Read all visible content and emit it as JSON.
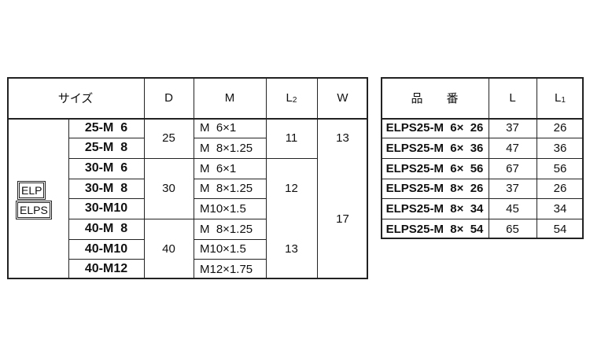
{
  "table1": {
    "headers": {
      "size": "サイズ",
      "d": "D",
      "m": "M",
      "l2_main": "L",
      "l2_sub": "2",
      "w": "W"
    },
    "series_labels": [
      "ELP",
      "ELPS"
    ],
    "sizes": [
      "25-M  6",
      "25-M  8",
      "30-M  6",
      "30-M  8",
      "30-M10",
      "40-M  8",
      "40-M10",
      "40-M12"
    ],
    "d_values": [
      "25",
      "30",
      "40"
    ],
    "m_values": [
      "M  6×1",
      "M  8×1.25",
      "M  6×1",
      "M  8×1.25",
      "M10×1.5",
      "M  8×1.25",
      "M10×1.5",
      "M12×1.75"
    ],
    "l2_values": [
      "11",
      "12",
      "13"
    ],
    "w_values": [
      "13",
      "17"
    ]
  },
  "table2": {
    "headers": {
      "part": "品　　番",
      "l": "L",
      "l1_main": "L",
      "l1_sub": "1"
    },
    "rows": [
      {
        "part": "ELPS25-M  6×  26",
        "l": "37",
        "l1": "26"
      },
      {
        "part": "ELPS25-M  6×  36",
        "l": "47",
        "l1": "36"
      },
      {
        "part": "ELPS25-M  6×  56",
        "l": "67",
        "l1": "56"
      },
      {
        "part": "ELPS25-M  8×  26",
        "l": "37",
        "l1": "26"
      },
      {
        "part": "ELPS25-M  8×  34",
        "l": "45",
        "l1": "34"
      },
      {
        "part": "ELPS25-M  8×  54",
        "l": "65",
        "l1": "54"
      }
    ]
  }
}
